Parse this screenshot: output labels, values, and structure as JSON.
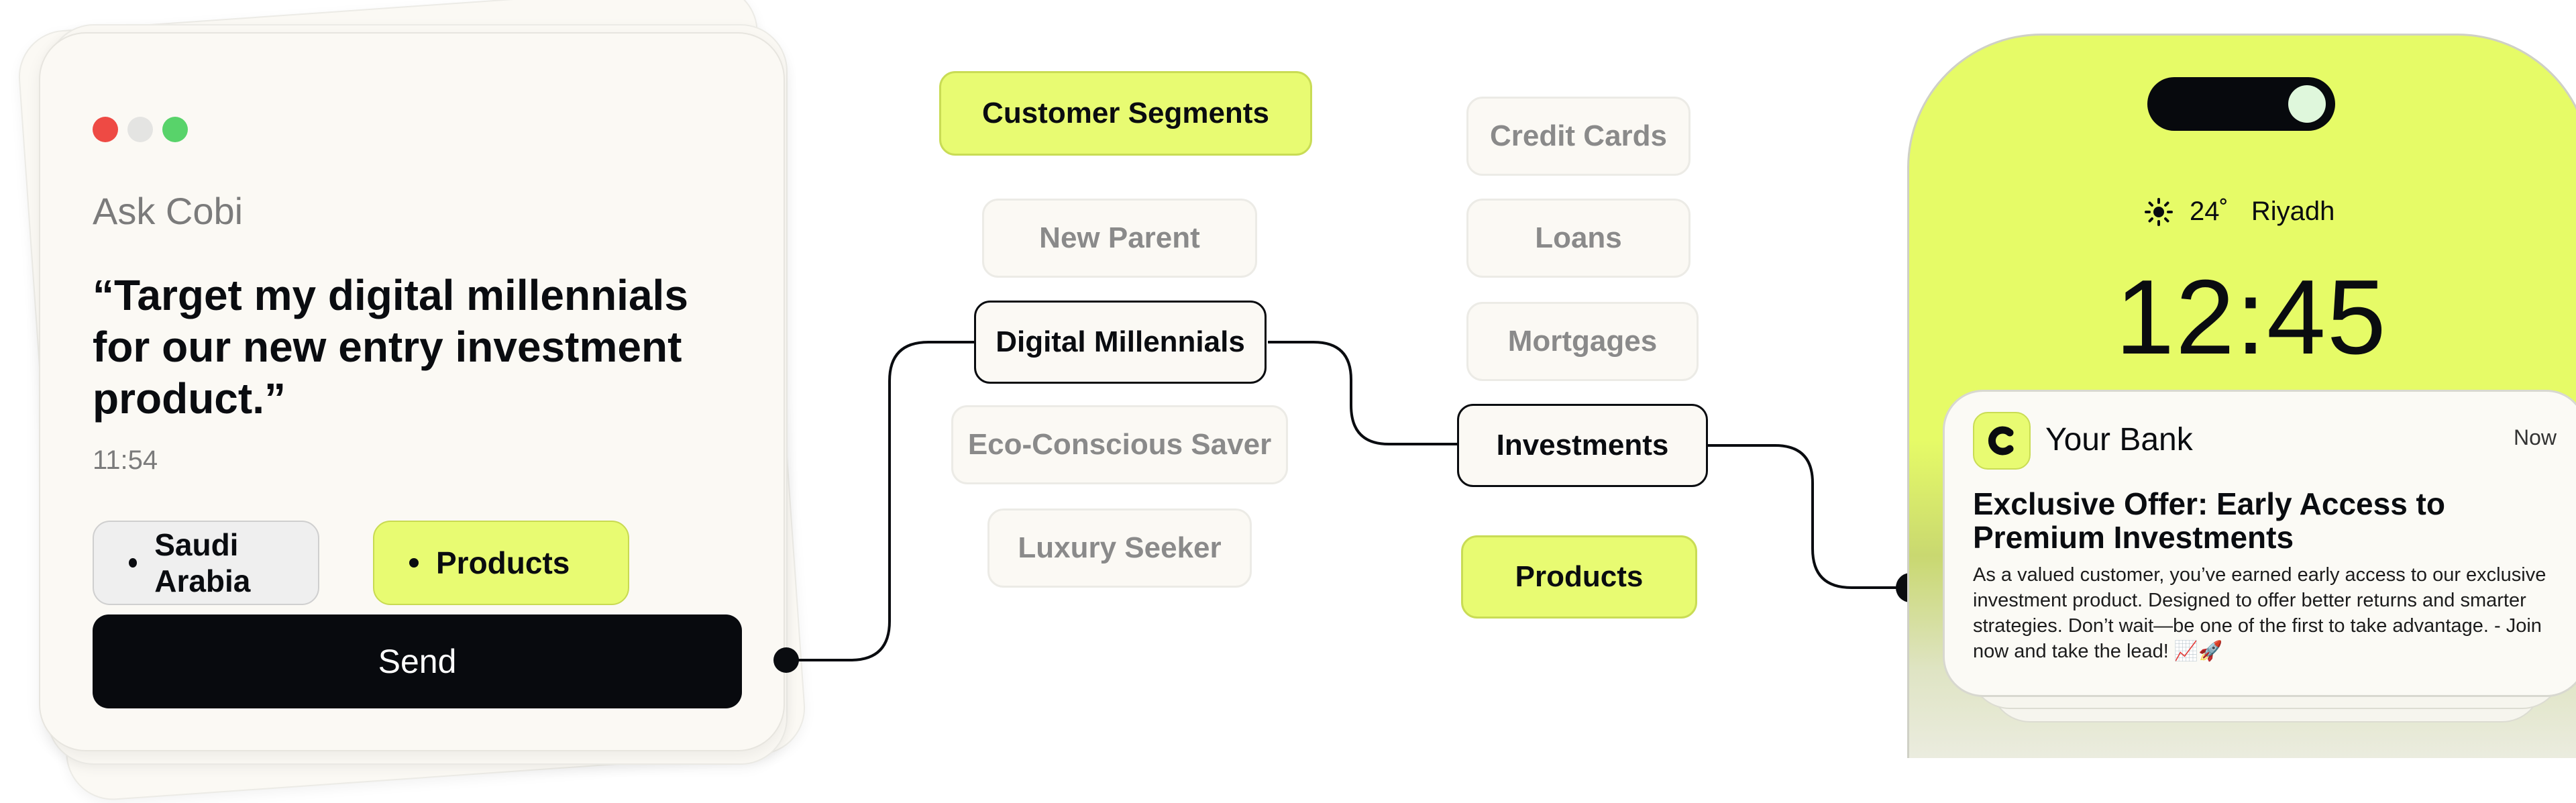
{
  "chat": {
    "window_controls": [
      "close-dot",
      "minimize-dot",
      "maximize-dot"
    ],
    "label": "Ask Cobi",
    "prompt": "“Target my digital millennials for our new entry investment product.”",
    "time": "11:54",
    "chips": [
      "Saudi Arabia",
      "Products"
    ],
    "send_label": "Send"
  },
  "segments": {
    "header": "Customer Segments",
    "items": [
      "New Parent",
      "Digital Millennials",
      "Eco-Conscious Saver",
      "Luxury Seeker"
    ],
    "selected": "Digital Millennials"
  },
  "products": {
    "items": [
      "Credit Cards",
      "Loans",
      "Mortgages",
      "Investments"
    ],
    "selected": "Investments",
    "footer": "Products"
  },
  "phone": {
    "weather_icon": "sun-icon",
    "temperature": "24˚",
    "city": "Riyadh",
    "clock": "12:45",
    "notification": {
      "app_name": "Your Bank",
      "time": "Now",
      "title": "Exclusive Offer: Early Access to Premium Investments",
      "body": "As a valued customer, you’ve earned early access to our exclusive investment product. Designed to offer better returns and smarter strategies. Don’t wait—be one of the first to take advantage. - Join now and take the lead! 📈🚀"
    }
  },
  "colors": {
    "accent_lime": "#e8fb72",
    "dark": "#0a0c10",
    "card_bg": "#fbf9f4",
    "red_dot": "#ee4a44",
    "green_dot": "#58d36a"
  }
}
